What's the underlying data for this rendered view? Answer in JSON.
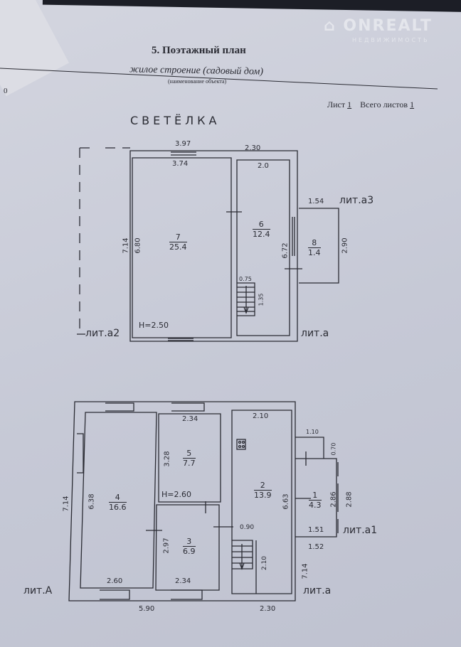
{
  "header": {
    "title": "5. Поэтажный план",
    "object_name": "жилое строение (садовый дом)",
    "object_caption": "(наименование объекта)",
    "sheet_label": "Лист",
    "sheet_number": "1",
    "total_label": "Всего листов",
    "total_number": "1",
    "margin_mark": "0"
  },
  "watermark": {
    "brand": "ONREALT",
    "sub": "НЕДВИЖИМОСТЬ"
  },
  "upper_floor": {
    "title": "СВЕТЁЛКА",
    "height": "H=2.50",
    "rooms": [
      {
        "num": "7",
        "area": "25.4"
      },
      {
        "num": "6",
        "area": "12.4"
      },
      {
        "num": "8",
        "area": "1.4"
      }
    ],
    "dims": {
      "top_outer_left": "3.97",
      "top_outer_right": "2.30",
      "room7_width": "3.74",
      "room6_width": "2.0",
      "outer_height": "7.14",
      "room7_height": "6.80",
      "room6_height": "6.72",
      "balcony_width": "1.54",
      "balcony_height": "2.90",
      "stair_width": "0.75",
      "stair_length": "1.35"
    },
    "labels": {
      "left": "лит.а2",
      "right": "лит.а",
      "balcony": "лит.а3"
    }
  },
  "ground_floor": {
    "height": "H=2.60",
    "rooms": [
      {
        "num": "4",
        "area": "16.6"
      },
      {
        "num": "5",
        "area": "7.7"
      },
      {
        "num": "3",
        "area": "6.9"
      },
      {
        "num": "2",
        "area": "13.9"
      },
      {
        "num": "1",
        "area": "4.3"
      }
    ],
    "dims": {
      "room5_width": "2.34",
      "room2_width": "2.10",
      "room5_height": "3.28",
      "outer_height": "7.14",
      "room4_height": "6.38",
      "room3_height": "2.97",
      "room4_width": "2.60",
      "room3_width": "2.34",
      "outer_width_left": "5.90",
      "outer_width_right": "2.30",
      "stair_width": "0.90",
      "stair_length": "2.10",
      "room2_height": "6.63",
      "porch_stub_width": "1.10",
      "porch_stub_height": "0.70",
      "porch_inner_height": "2.86",
      "porch_outer_height": "2.88",
      "porch_inner_width": "1.51",
      "porch_outer_width": "1.52",
      "right_outer_height": "7.14"
    },
    "labels": {
      "main": "лит.А",
      "right": "лит.а",
      "porch": "лит.а1"
    }
  }
}
